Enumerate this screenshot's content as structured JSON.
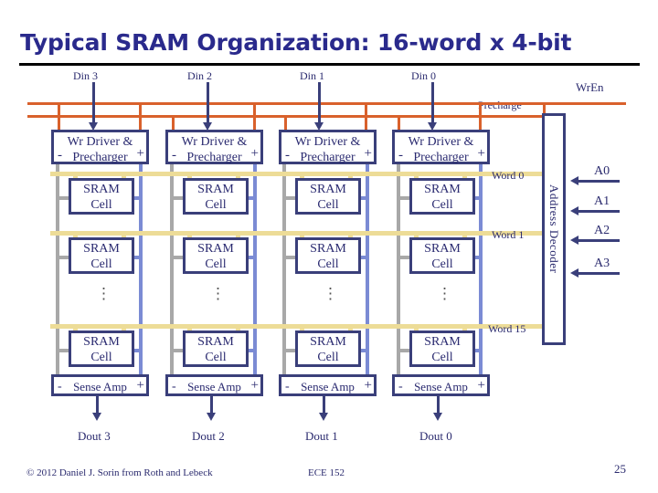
{
  "slide": {
    "title": "Typical SRAM Organization: 16-word x 4-bit",
    "page_number": "25",
    "footer_copyright": "© 2012 Daniel J. Sorin from Roth and Lebeck",
    "footer_course": "ECE 152"
  },
  "colors": {
    "title_blue": "#2A2A8C",
    "box_outline": "#3A3F7A",
    "text_blue": "#2A2A6E",
    "bus_orange": "#D9612C",
    "wordline_yellow": "#EDDC97",
    "bitline_blue": "#7B8BD4",
    "bitline_gray": "#A8A8A8",
    "rule_black": "#000000"
  },
  "inputs": {
    "din_labels": [
      "Din 3",
      "Din 2",
      "Din 1",
      "Din 0"
    ],
    "wren_label": "WrEn",
    "precharge_label": "Precharge"
  },
  "outputs": {
    "dout_labels": [
      "Dout 3",
      "Dout 2",
      "Dout 1",
      "Dout 0"
    ]
  },
  "blocks": {
    "write_driver": {
      "line1": "Wr Driver &",
      "line2": "Precharger",
      "minus": "-",
      "plus": "+"
    },
    "sense_amp": {
      "label": "Sense Amp",
      "minus": "-",
      "plus": "+"
    },
    "sram_cell": {
      "line1": "SRAM",
      "line2": "Cell"
    },
    "address_decoder": {
      "label": "Address Decoder"
    }
  },
  "address_decoder": {
    "inputs": [
      "A0",
      "A1",
      "A2",
      "A3"
    ]
  },
  "wordlines": {
    "labels": [
      "Word 0",
      "Word 1",
      "Word 15"
    ]
  },
  "ellipsis": {
    "glyph": "⋮"
  }
}
